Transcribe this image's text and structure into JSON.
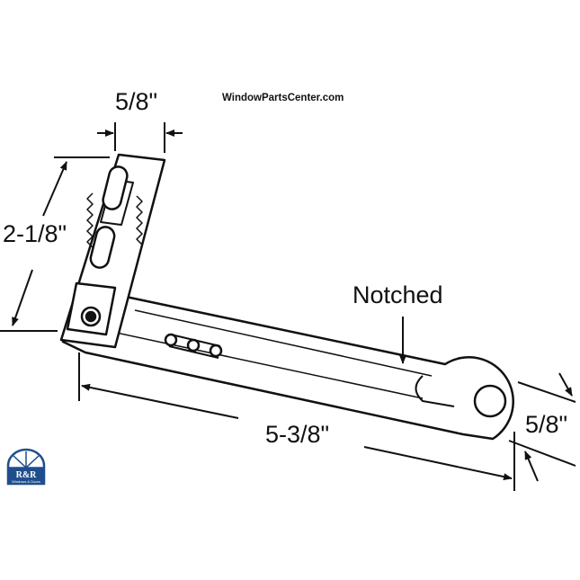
{
  "watermark": "WindowPartsCenter.com",
  "labels": {
    "bracket_width": "5/8\"",
    "bracket_height": "2-1/8\"",
    "notch": "Notched",
    "arm_length": "5-3/8\"",
    "arm_width": "5/8\""
  },
  "logo": {
    "text": "R&R",
    "subtext": "Windows & Doors",
    "color": "#1f4e8c"
  }
}
